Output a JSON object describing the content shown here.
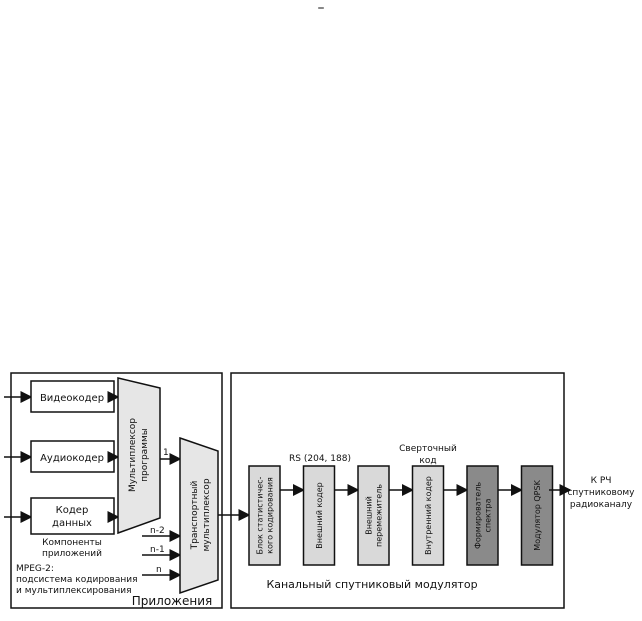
{
  "top_mark": "–",
  "left_panel": {
    "title": "Приложения",
    "blocks": {
      "video": "Видеокодер",
      "audio": "Аудиокодер",
      "data_line1": "Кодер",
      "data_line2": "данных"
    },
    "program_mux": [
      "Мультиплексор",
      "программы"
    ],
    "transport_mux": [
      "Транспортный",
      "мультиплексор"
    ],
    "components": [
      "Компоненты",
      "приложений"
    ],
    "mpeg": [
      "MPEG-2:",
      "подсистема кодирования",
      "и мультиплексирования"
    ],
    "inputs": [
      "1",
      "n-2",
      "n-1",
      "n"
    ]
  },
  "right_panel": {
    "title": "Канальный спутниковый модулятор",
    "above_outer": "RS (204, 188)",
    "above_inner": [
      "Сверточный",
      "код"
    ],
    "blocks": [
      [
        "Блок статистичес-",
        "кого кодирования"
      ],
      [
        "Внешний кодер"
      ],
      [
        "Внешний",
        "перемежитель"
      ],
      [
        "Внутренний кодер"
      ],
      [
        "Формирователь",
        "спектра"
      ],
      [
        "Модулятор QPSK"
      ]
    ],
    "output": [
      "К РЧ",
      "спутниковому",
      "радиоканалу"
    ]
  },
  "colors": {
    "light_block": "#d9d9d9",
    "dark_block": "#8a8a8a",
    "mux": "#e6e6e6",
    "stroke": "#111111"
  }
}
